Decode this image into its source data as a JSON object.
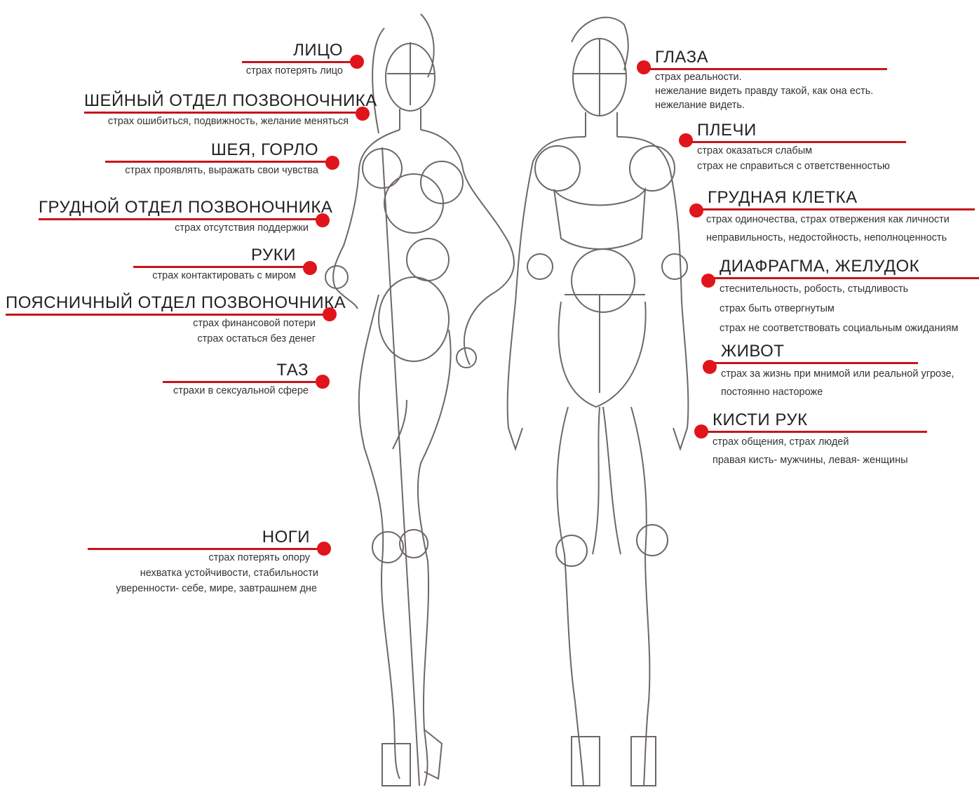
{
  "accent_color": "#e0141b",
  "left_items": [
    {
      "title": "ЛИЦО",
      "lines": [
        "страх потерять лицо"
      ]
    },
    {
      "title": "ШЕЙНЫЙ ОТДЕЛ ПОЗВОНОЧНИКА",
      "lines": [
        "страх ошибиться, подвижность, желание меняться"
      ]
    },
    {
      "title": "ШЕЯ, ГОРЛО",
      "lines": [
        "страх проявлять, выражать свои чувства"
      ]
    },
    {
      "title": "ГРУДНОЙ ОТДЕЛ ПОЗВОНОЧНИКА",
      "lines": [
        "страх отсутствия поддержки"
      ]
    },
    {
      "title": "РУКИ",
      "lines": [
        "страх контактировать с миром"
      ]
    },
    {
      "title": "ПОЯСНИЧНЫЙ ОТДЕЛ ПОЗВОНОЧНИКА",
      "lines": [
        "страх финансовой потери",
        "страх остаться без денег"
      ]
    },
    {
      "title": "ТАЗ",
      "lines": [
        "страхи в сексуальной сфере"
      ]
    },
    {
      "title": "НОГИ",
      "lines": [
        "страх потерять опору",
        "нехватка устойчивости, стабильности",
        "уверенности- себе, мире, завтрашнем дне"
      ]
    }
  ],
  "right_items": [
    {
      "title": "ГЛАЗА",
      "lines": [
        "страх реальности.",
        "нежелание видеть правду такой, как она есть.",
        "нежелание видеть."
      ]
    },
    {
      "title": "ПЛЕЧИ",
      "lines": [
        "страх оказаться слабым",
        "страх не справиться с ответственностью"
      ]
    },
    {
      "title": "ГРУДНАЯ КЛЕТКА",
      "lines": [
        "страх одиночества, страх отвержения как личности",
        "неправильность, недостойность, неполноценность"
      ]
    },
    {
      "title": "ДИАФРАГМА, ЖЕЛУДОК",
      "lines": [
        "стеснительность, робость, стыдливость",
        "страх быть отвергнутым",
        "страх не соответствовать социальным ожиданиям"
      ]
    },
    {
      "title": "ЖИВОТ",
      "lines": [
        "страх за жизнь при мнимой или реальной угрозе,",
        "постоянно настороже"
      ]
    },
    {
      "title": "КИСТИ РУК",
      "lines": [
        "страх общения, страх людей",
        "правая кисть- мужчины, левая- женщины"
      ]
    }
  ]
}
